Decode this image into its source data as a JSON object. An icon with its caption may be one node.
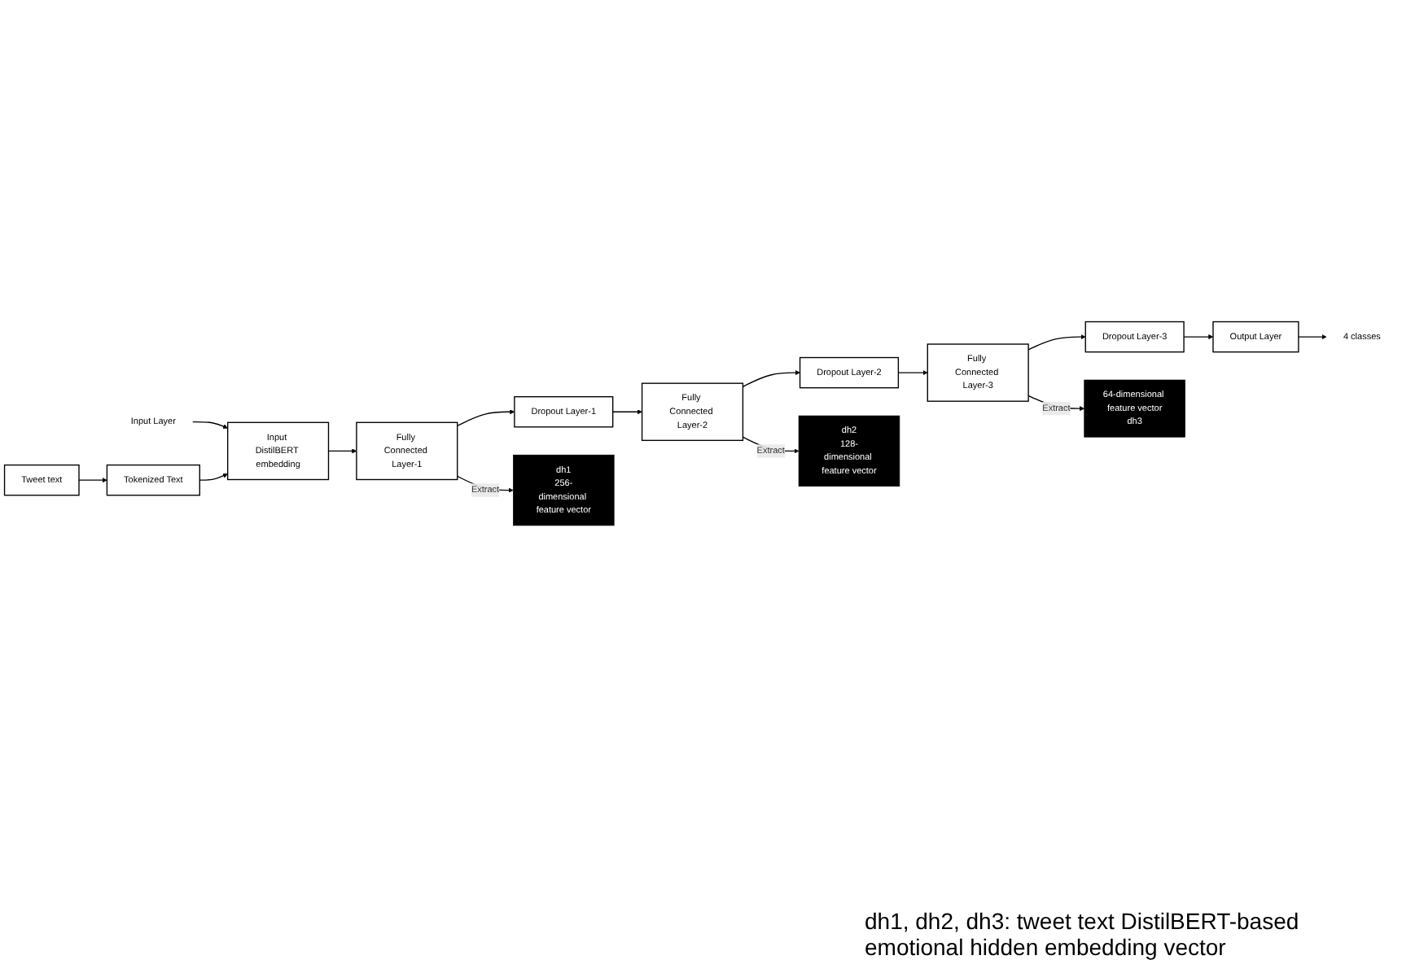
{
  "diagram": {
    "nodes": [
      {
        "text": [
          "Input Layer"
        ]
      },
      {
        "text": [
          "Tweet text"
        ]
      },
      {
        "text": [
          "Tokenized Text"
        ]
      },
      {
        "text": [
          "Input DistilBERT embedding"
        ]
      },
      {
        "text": [
          "Fully Connected Layer-1"
        ]
      },
      {
        "text": [
          "Dropout Layer-1"
        ]
      },
      {
        "text": [
          "Fully Connected Layer-2"
        ]
      },
      {
        "text": [
          "Dropout Layer-2"
        ]
      },
      {
        "text": [
          "Fully Connected Layer-3"
        ]
      },
      {
        "text": [
          "Dropout Layer-3"
        ]
      },
      {
        "text": [
          "Output Layer"
        ]
      },
      {
        "text": [
          "4 classes"
        ]
      },
      {
        "text": [
          "dh1",
          "256-dimensional feature vector"
        ]
      },
      {
        "text": [
          "64-dimensional feature vector",
          "dh3"
        ]
      },
      {
        "text": [
          "dh2",
          "128-dimensional feature vector"
        ]
      }
    ],
    "edges": [
      {
        "from": 0,
        "to": 3,
        "arrow": "to"
      },
      {
        "from": 1,
        "to": 2,
        "arrow": "to"
      },
      {
        "from": 2,
        "to": 3,
        "arrow": "to"
      },
      {
        "from": 3,
        "to": 4,
        "arrow": "to"
      },
      {
        "from": 4,
        "to": 5,
        "arrow": "to"
      },
      {
        "from": 5,
        "to": 6,
        "arrow": "to"
      },
      {
        "from": 6,
        "to": 7,
        "arrow": "to"
      },
      {
        "from": 7,
        "to": 8,
        "arrow": "to"
      },
      {
        "from": 8,
        "to": 9,
        "arrow": "to"
      },
      {
        "from": 9,
        "to": 10,
        "arrow": "to"
      },
      {
        "from": 10,
        "to": 11,
        "arrow": "to"
      },
      {
        "from": 4,
        "to": 12,
        "arrow": "to",
        "label": "Extract"
      },
      {
        "from": 6,
        "to": 14,
        "arrow": "to",
        "label": "Extract"
      },
      {
        "from": 8,
        "to": 13,
        "arrow": "to",
        "label": "Extract"
      }
    ],
    "labels": [
      "dh1, dh2, dh3: tweet text DistilBERT-based emotional hidden embedding vector"
    ]
  }
}
